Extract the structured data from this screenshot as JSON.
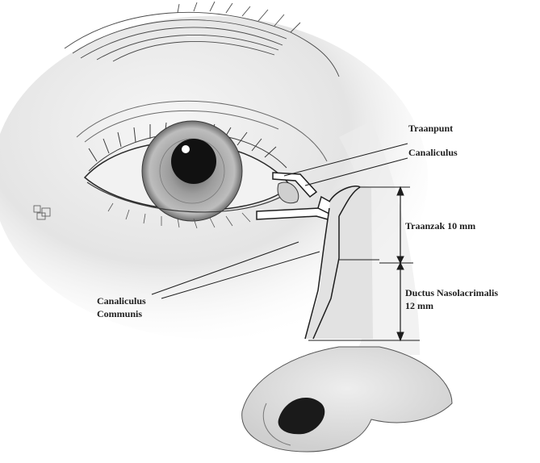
{
  "labels": {
    "traanpunt": "Traanpunt",
    "canaliculus": "Canaliculus",
    "traanzak": "Traanzak 10 mm",
    "canaliculus_communis_1": "Canaliculus",
    "canaliculus_communis_2": "Communis",
    "ductus_1": "Ductus Nasolacrimalis",
    "ductus_2": "12 mm"
  },
  "colors": {
    "ink": "#1e1e1e",
    "skin": "#e6e6e6",
    "sac": "#dcdcdc",
    "iris": "#9a9a9a",
    "pupil": "#111111"
  }
}
